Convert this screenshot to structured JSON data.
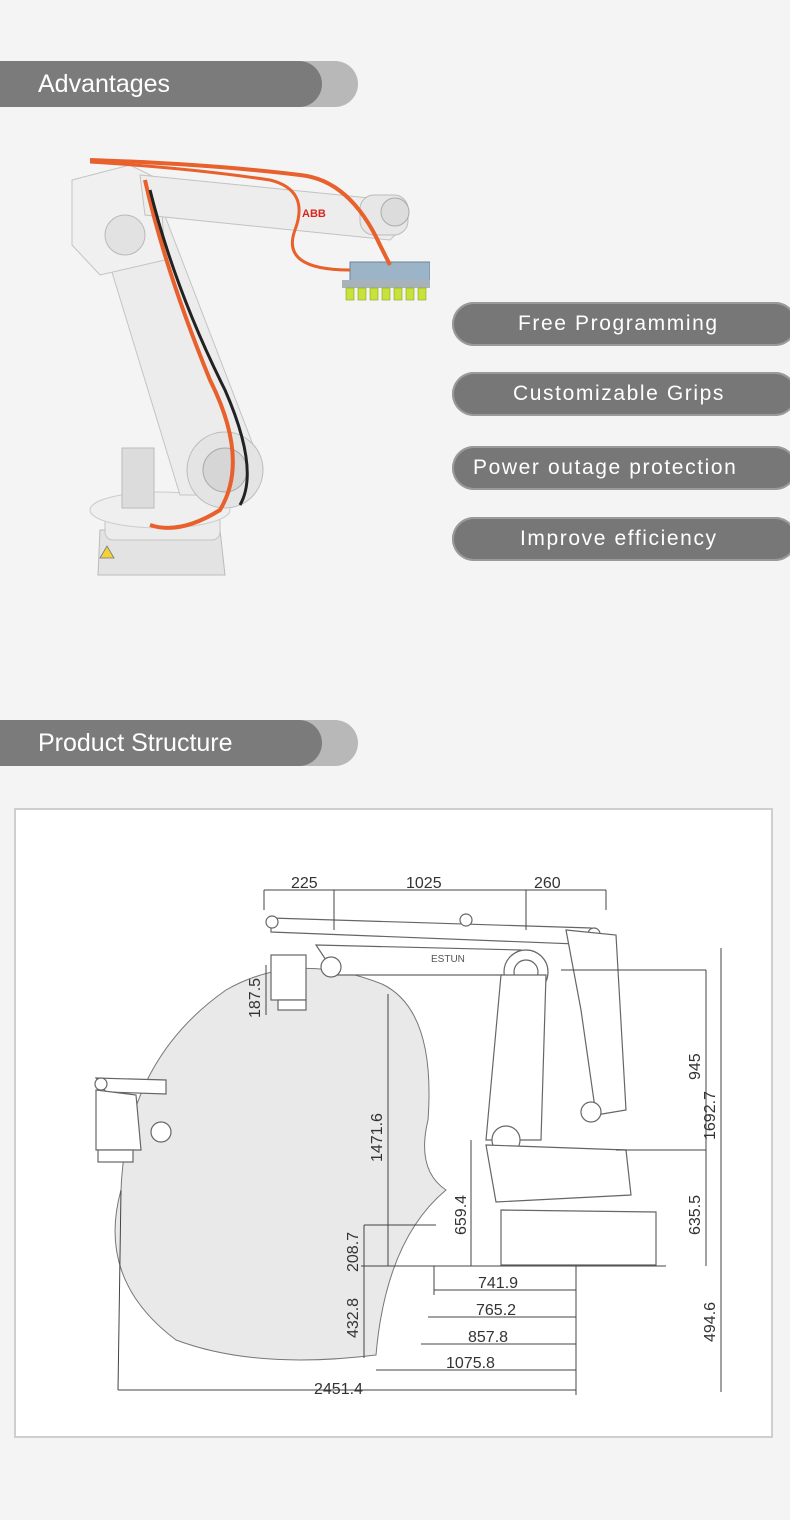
{
  "sections": {
    "advantages": {
      "title": "Advantages"
    },
    "structure": {
      "title": "Product Structure"
    }
  },
  "robot": {
    "brand_logo": "ABB"
  },
  "features": [
    {
      "label": "Free Programming"
    },
    {
      "label": "Customizable Grips"
    },
    {
      "label": "Power outage protection"
    },
    {
      "label": "Improve efficiency"
    }
  ],
  "drawing": {
    "brand_logo": "ESTUN",
    "dimensions": {
      "d225": "225",
      "d1025": "1025",
      "d260": "260",
      "d187_5": "187.5",
      "d1471_6": "1471.6",
      "d945": "945",
      "d1692_7": "1692.7",
      "d659_4": "659.4",
      "d635_5": "635.5",
      "d208_7": "208.7",
      "d432_8": "432.8",
      "d494_6": "494.6",
      "d741_9": "741.9",
      "d765_2": "765.2",
      "d857_8": "857.8",
      "d1075_8": "1075.8",
      "d2451_4": "2451.4"
    }
  },
  "colors": {
    "header_dark": "#7b7b7b",
    "header_light": "#b8b8b8",
    "pill": "#777777",
    "cable": "#e8602c",
    "gripper": "#c7e23a"
  }
}
